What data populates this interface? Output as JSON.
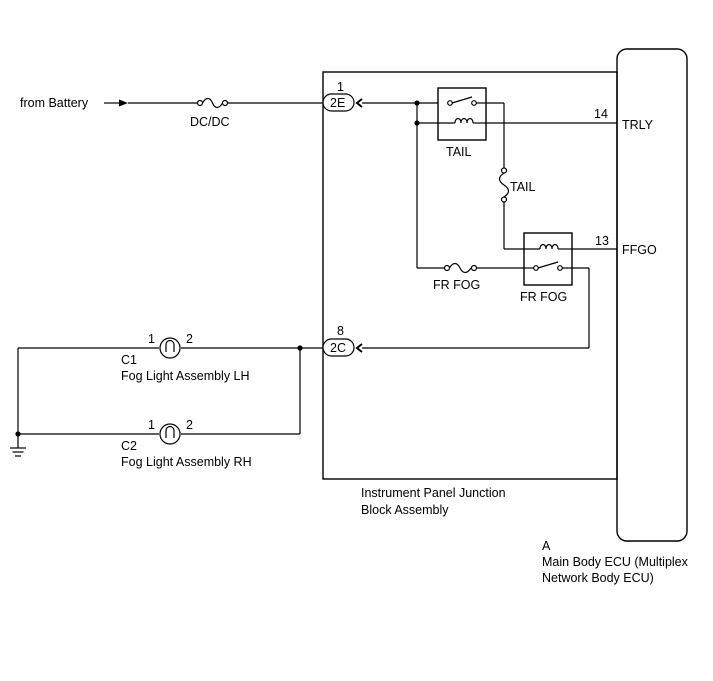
{
  "source": {
    "label": "from Battery"
  },
  "fuses": {
    "dcdc": "DC/DC",
    "tail": "TAIL",
    "fr_fog": "FR FOG"
  },
  "relays": {
    "tail": "TAIL",
    "fr_fog": "FR FOG"
  },
  "connectors": {
    "c2e": {
      "id": "2E",
      "pin": "1"
    },
    "c2c": {
      "id": "2C",
      "pin": "8"
    }
  },
  "ecu_pins": {
    "trly": {
      "pin": "14",
      "name": "TRLY"
    },
    "ffgo": {
      "pin": "13",
      "name": "FFGO"
    }
  },
  "lamps": {
    "lh": {
      "pin_left": "1",
      "pin_right": "2",
      "code": "C1",
      "name": "Fog Light Assembly LH"
    },
    "rh": {
      "pin_left": "1",
      "pin_right": "2",
      "code": "C2",
      "name": "Fog Light Assembly RH"
    }
  },
  "junction_block": {
    "line1": "Instrument Panel Junction",
    "line2": "Block Assembly"
  },
  "ecu": {
    "code": "A",
    "line1": "Main Body ECU (Multiplex",
    "line2": "Network Body ECU)"
  }
}
